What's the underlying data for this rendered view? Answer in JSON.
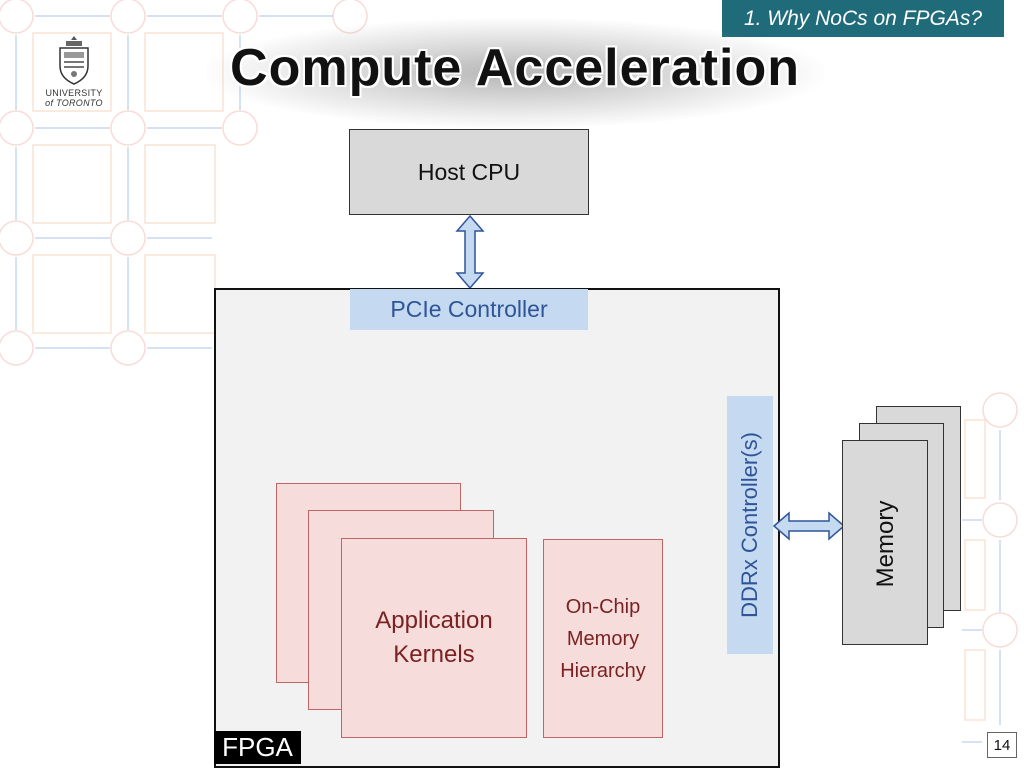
{
  "slide": {
    "section_tag": "1. Why NoCs on FPGAs?",
    "title": "Compute Acceleration",
    "page_number": "14"
  },
  "logo": {
    "line1": "UNIVERSITY",
    "line2": "of TORONTO"
  },
  "diagram": {
    "host_label": "Host CPU",
    "pcie_label": "PCIe Controller",
    "fpga_label": "FPGA",
    "kernels_line1": "Application",
    "kernels_line2": "Kernels",
    "onchip_line1": "On-Chip",
    "onchip_line2": "Memory",
    "onchip_line3": "Hierarchy",
    "ddr_label": "DDRx Controller(s)",
    "memory_label": "Memory"
  },
  "colors": {
    "section_tag_bg": "#1f6b7a",
    "controller_fill": "#c5d9f1",
    "controller_text": "#2e5597",
    "kernel_fill": "#f7dcdc",
    "kernel_text": "#7a2222",
    "block_gray": "#d9d9d9",
    "arrow_fill": "#c5d9f1",
    "arrow_stroke": "#2e5597"
  }
}
